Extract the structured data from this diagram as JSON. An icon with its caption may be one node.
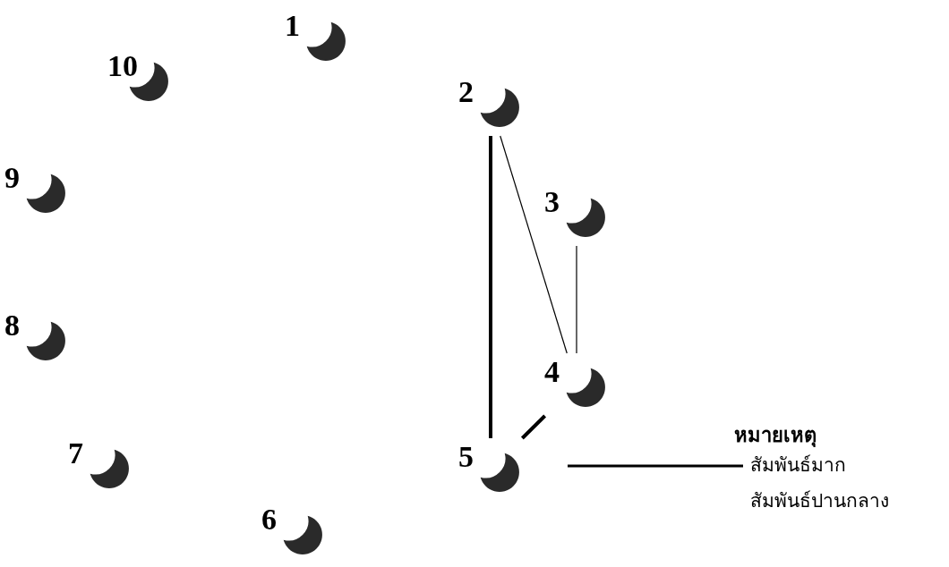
{
  "diagram": {
    "nodes": [
      {
        "text": [
          "1"
        ]
      },
      {
        "text": [
          "2"
        ]
      },
      {
        "text": [
          "3"
        ]
      },
      {
        "text": [
          "4"
        ]
      },
      {
        "text": [
          "5"
        ]
      },
      {
        "text": [
          "6"
        ]
      },
      {
        "text": [
          "7"
        ]
      },
      {
        "text": [
          "8"
        ]
      },
      {
        "text": [
          "9"
        ]
      },
      {
        "text": [
          "10"
        ]
      }
    ],
    "edges": [
      {
        "from": 1,
        "to": 4,
        "arrow": "none",
        "style": "thick"
      },
      {
        "from": 1,
        "to": 3,
        "arrow": "none"
      },
      {
        "from": 2,
        "to": 3,
        "arrow": "none"
      },
      {
        "from": 3,
        "to": 4,
        "arrow": "none",
        "style": "thick"
      }
    ],
    "labels": [
      "หมายเหตุ"
    ],
    "legend": [
      {
        "text": "สัมพันธ์มาก"
      },
      {
        "text": "สัมพันธ์ปานกลาง"
      }
    ]
  }
}
